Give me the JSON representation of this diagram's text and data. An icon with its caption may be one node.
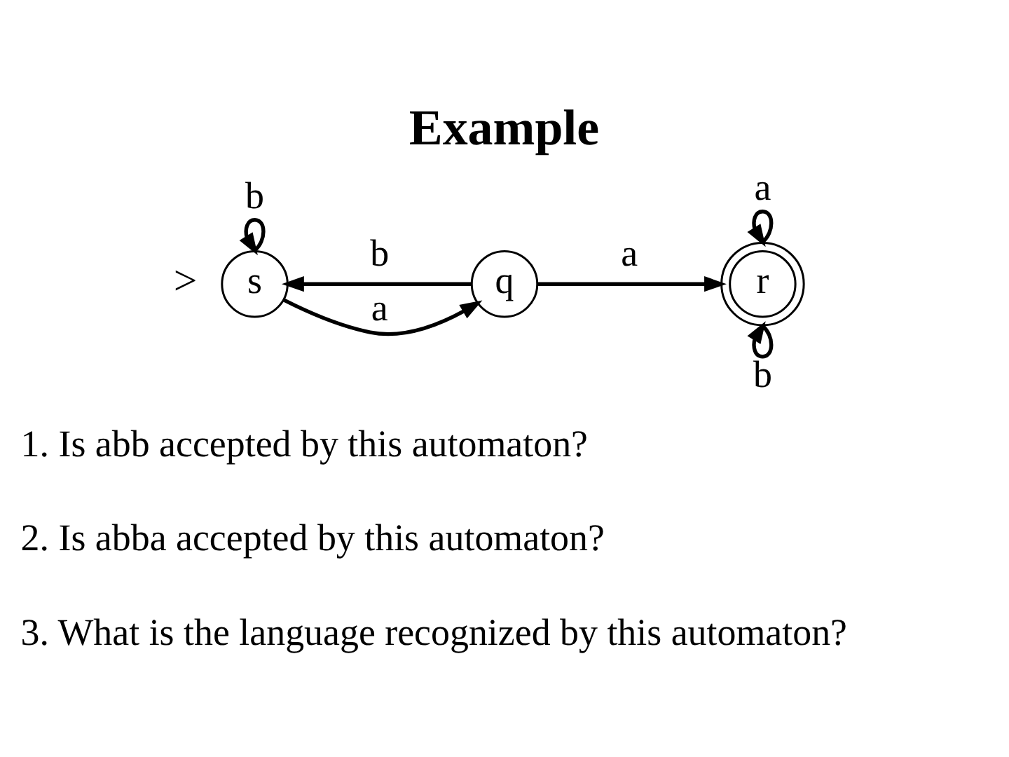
{
  "diagram": {
    "title": "Example",
    "nodes": [
      {
        "text": [
          "s"
        ],
        "beside": [
          ">"
        ]
      },
      {
        "text": [
          "q"
        ]
      },
      {
        "text": [
          "r"
        ]
      }
    ],
    "edges": [
      {
        "from": 0,
        "to": 0,
        "label": "b",
        "arrow": "to"
      },
      {
        "from": 1,
        "to": 0,
        "label": "b",
        "arrow": "to"
      },
      {
        "from": 0,
        "to": 1,
        "label": "a",
        "arrow": "to"
      },
      {
        "from": 1,
        "to": 2,
        "label": "a",
        "arrow": "to"
      },
      {
        "from": 2,
        "to": 2,
        "label": "a",
        "arrow": "to"
      },
      {
        "from": 2,
        "to": 2,
        "label": "b",
        "arrow": "to"
      }
    ],
    "labels": [
      "1. Is abb accepted by this automaton?",
      "2. Is abba accepted by this automaton?",
      "3. What is the language recognized by this automaton?"
    ]
  }
}
